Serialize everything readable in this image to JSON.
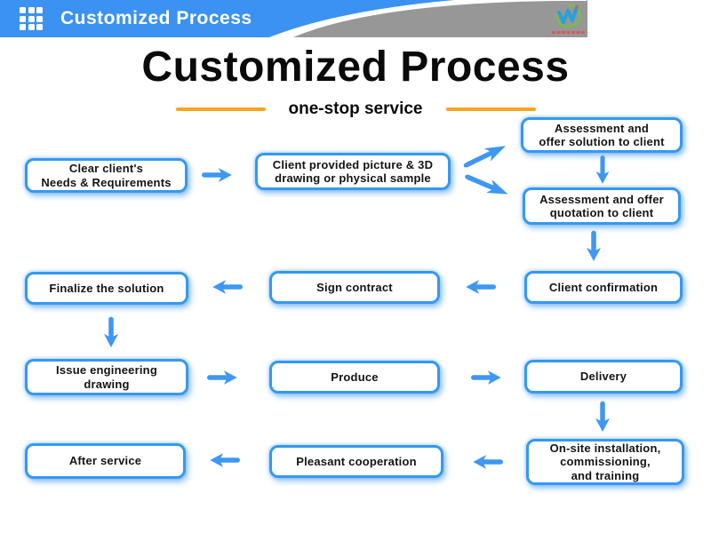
{
  "header": {
    "title": "Customized Process",
    "logo_name": "company-logo"
  },
  "slide": {
    "title": "Customized Process",
    "subtitle": "one-stop service"
  },
  "colors": {
    "header_blue": "#3B92F2",
    "header_gray": "#979797",
    "box_border_blue": "#3598F2",
    "arrow_blue": "#3E97F3",
    "accent_orange": "#F7A420",
    "logo_green": "#77C043",
    "logo_blue": "#29A0D8",
    "logo_caption_red": "#D45B5B",
    "text_black": "#0A0A0A"
  },
  "flow": {
    "boxes": {
      "clear_needs": {
        "label": "Clear client's\nNeeds & Requirements"
      },
      "client_provided": {
        "label": "Client provided picture & 3D\ndrawing or physical sample"
      },
      "assessment_solution": {
        "label": "Assessment and\noffer solution to client"
      },
      "assessment_quotation": {
        "label": "Assessment and offer\nquotation to client"
      },
      "client_confirmation": {
        "label": "Client confirmation"
      },
      "sign_contract": {
        "label": "Sign contract"
      },
      "finalize_solution": {
        "label": "Finalize the solution"
      },
      "issue_engineering_drawing": {
        "label": "Issue engineering\ndrawing"
      },
      "produce": {
        "label": "Produce"
      },
      "delivery": {
        "label": "Delivery"
      },
      "onsite_installation": {
        "label": "On-site installation,\ncommissioning,\nand training"
      },
      "pleasant_cooperation": {
        "label": "Pleasant cooperation"
      },
      "after_service": {
        "label": "After service"
      }
    },
    "connections": [
      {
        "from": "clear_needs",
        "to": "client_provided"
      },
      {
        "from": "client_provided",
        "to": "assessment_solution"
      },
      {
        "from": "client_provided",
        "to": "assessment_quotation"
      },
      {
        "from": "assessment_solution",
        "to": "assessment_quotation"
      },
      {
        "from": "assessment_quotation",
        "to": "client_confirmation"
      },
      {
        "from": "client_confirmation",
        "to": "sign_contract"
      },
      {
        "from": "sign_contract",
        "to": "finalize_solution"
      },
      {
        "from": "finalize_solution",
        "to": "issue_engineering_drawing"
      },
      {
        "from": "issue_engineering_drawing",
        "to": "produce"
      },
      {
        "from": "produce",
        "to": "delivery"
      },
      {
        "from": "delivery",
        "to": "onsite_installation"
      },
      {
        "from": "onsite_installation",
        "to": "pleasant_cooperation"
      },
      {
        "from": "pleasant_cooperation",
        "to": "after_service"
      }
    ]
  }
}
